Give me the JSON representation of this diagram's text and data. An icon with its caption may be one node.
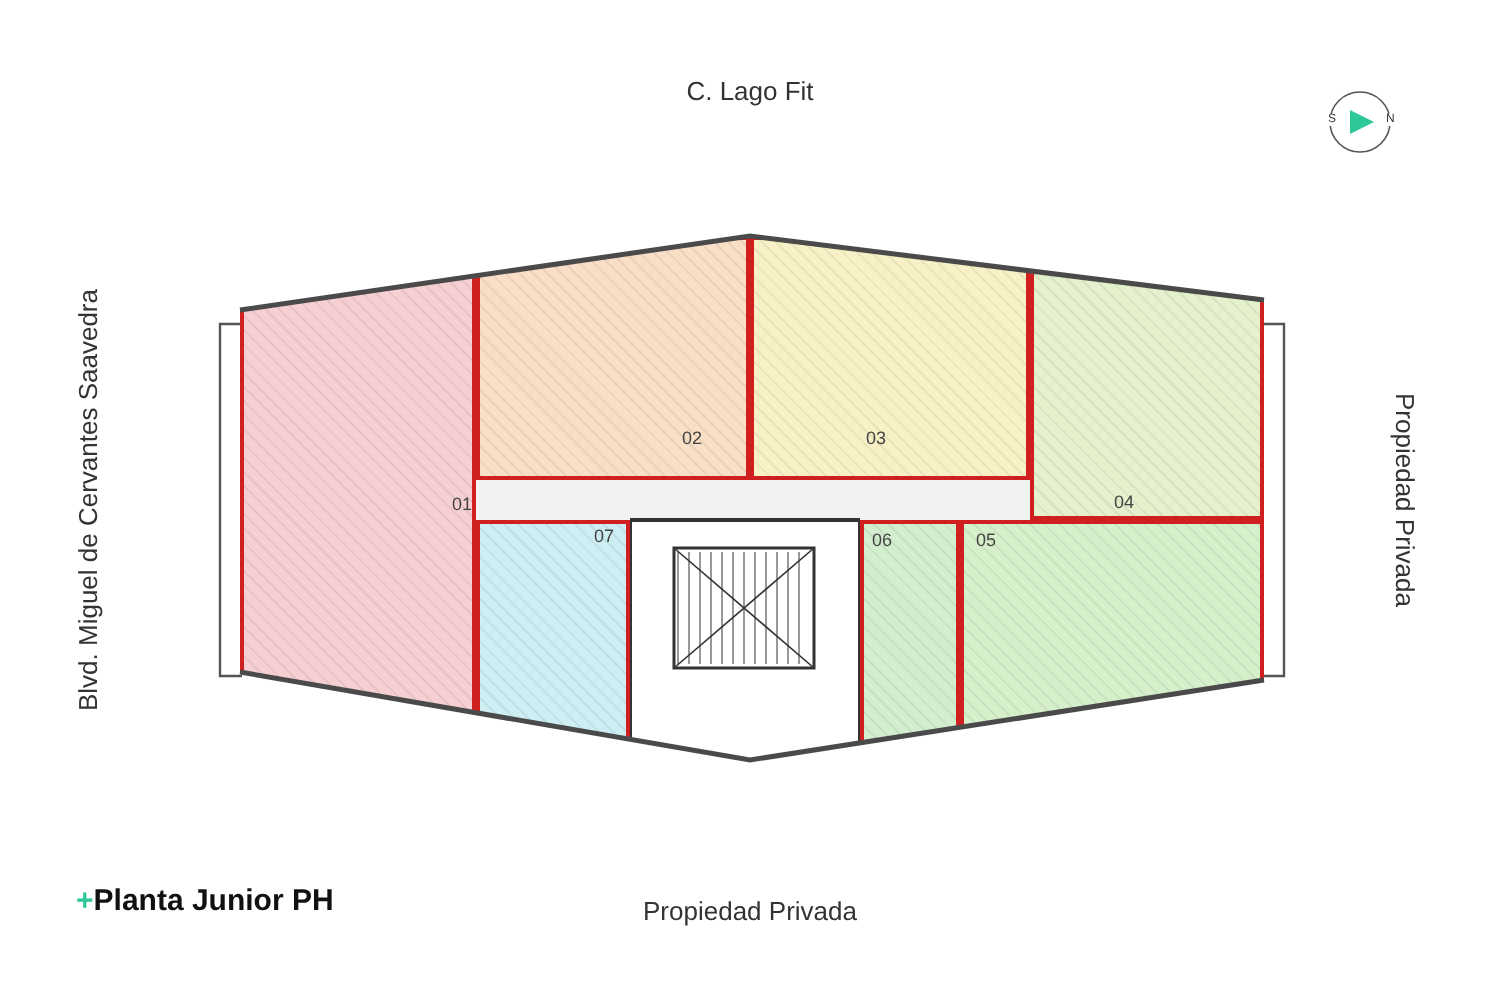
{
  "diagram": {
    "title": "+Planta Junior PH",
    "nodes": [
      {
        "text": [
          "01"
        ]
      },
      {
        "text": [
          "02"
        ]
      },
      {
        "text": [
          "03"
        ]
      },
      {
        "text": [
          "04"
        ]
      },
      {
        "text": [
          "07"
        ]
      },
      {
        "text": [
          "06"
        ]
      },
      {
        "text": [
          "05"
        ]
      }
    ],
    "labels": [
      "C. Lago Fit",
      "S",
      "N",
      "Blvd. Miguel de Cervantes Saavedra",
      "Propiedad Privada",
      "Propiedad Privada"
    ]
  }
}
